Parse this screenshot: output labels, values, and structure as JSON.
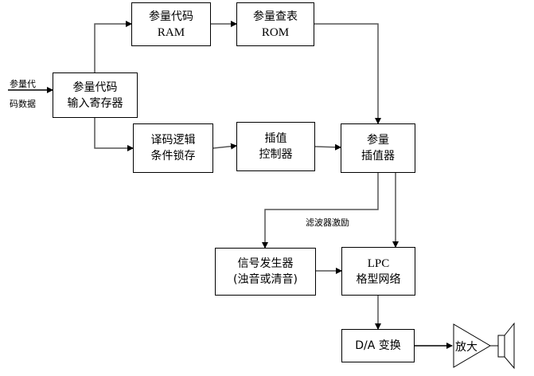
{
  "diagram": {
    "input_label": [
      "参量代",
      "码数据"
    ],
    "boxes": {
      "input_register": [
        "参量代码",
        "输入寄存器"
      ],
      "param_ram": [
        "参量代码",
        "RAM"
      ],
      "param_rom": [
        "参量查表",
        "ROM"
      ],
      "decode_logic": [
        "译码逻辑",
        "条件锁存"
      ],
      "interp_controller": [
        "插值",
        "控制器"
      ],
      "param_interpolator": [
        "参量",
        "插值器"
      ],
      "signal_generator": [
        "信号发生器",
        "(浊音或清音)"
      ],
      "lpc_lattice": [
        "LPC",
        "格型网络"
      ],
      "da_converter": [
        "D/A 变换"
      ]
    },
    "filter_excitation_label": "滤波器激励",
    "amplifier_label": "放大",
    "speaker_icon": "speaker-icon"
  }
}
